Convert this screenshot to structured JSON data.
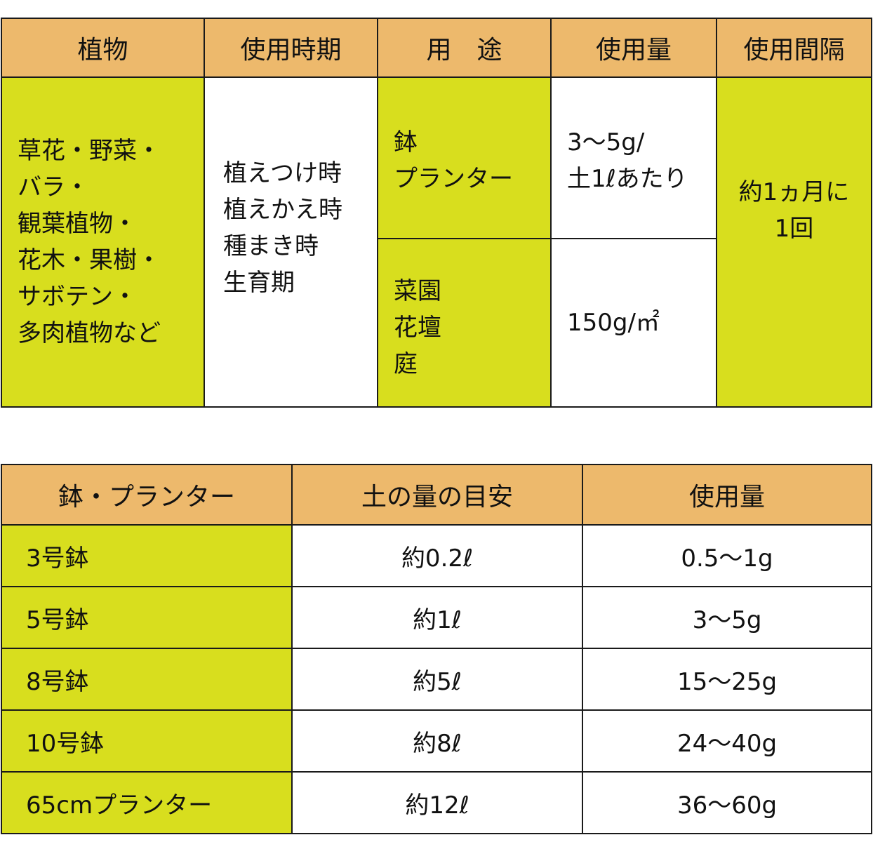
{
  "table1": {
    "headers": [
      "植物",
      "使用時期",
      "用　途",
      "使用量",
      "使用間隔"
    ],
    "plants": [
      "草花・野菜・",
      "バラ・",
      "観葉植物・",
      "花木・果樹・",
      "サボテン・",
      "多肉植物など"
    ],
    "timing": [
      "植えつけ時",
      "植えかえ時",
      "種まき時",
      "生育期"
    ],
    "rows": [
      {
        "use": [
          "鉢",
          "プランター"
        ],
        "amount": [
          "3〜5g/",
          "土1ℓあたり"
        ]
      },
      {
        "use": [
          "菜園",
          "花壇",
          "庭"
        ],
        "amount": [
          "150g/㎡"
        ]
      }
    ],
    "interval": [
      "約1ヵ月に",
      "1回"
    ]
  },
  "table2": {
    "headers": [
      "鉢・プランター",
      "土の量の目安",
      "使用量"
    ],
    "rows": [
      {
        "pot": "3号鉢",
        "soil": "約0.2ℓ",
        "amount": "0.5〜1g"
      },
      {
        "pot": "5号鉢",
        "soil": "約1ℓ",
        "amount": "3〜5g"
      },
      {
        "pot": "8号鉢",
        "soil": "約5ℓ",
        "amount": "15〜25g"
      },
      {
        "pot": "10号鉢",
        "soil": "約8ℓ",
        "amount": "24〜40g"
      },
      {
        "pot": "65cmプランター",
        "soil": "約12ℓ",
        "amount": "36〜60g"
      }
    ]
  },
  "colors": {
    "header": "#edb96c",
    "highlight": "#d8de1e",
    "border": "#1a1a1a"
  }
}
